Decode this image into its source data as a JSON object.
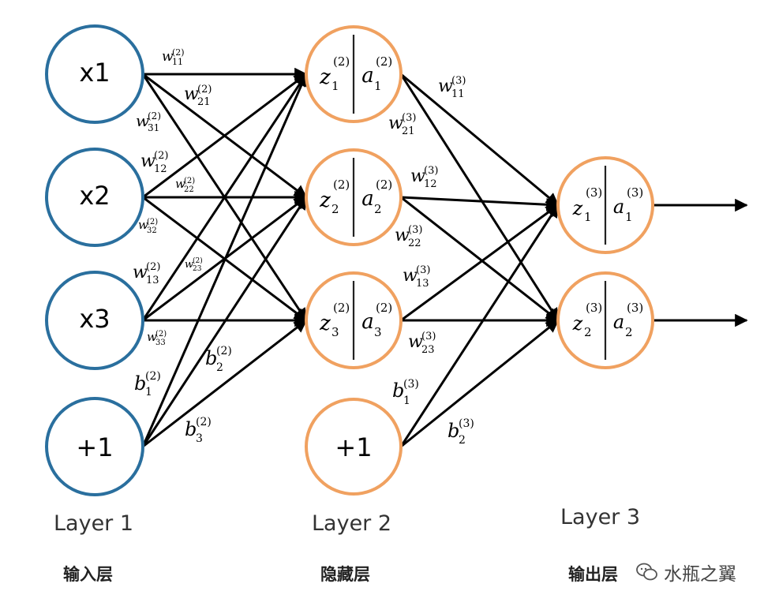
{
  "input_nodes": [
    "x1",
    "x2",
    "x3",
    "+1"
  ],
  "hidden_nodes": [
    {
      "z": "z",
      "z_sub": "1",
      "z_sup": "(2)",
      "a": "a",
      "a_sub": "1",
      "a_sup": "(2)"
    },
    {
      "z": "z",
      "z_sub": "2",
      "z_sup": "(2)",
      "a": "a",
      "a_sub": "2",
      "a_sup": "(2)"
    },
    {
      "z": "z",
      "z_sub": "3",
      "z_sup": "(2)",
      "a": "a",
      "a_sub": "3",
      "a_sup": "(2)"
    }
  ],
  "hidden_bias": "+1",
  "output_nodes": [
    {
      "z": "z",
      "z_sub": "1",
      "z_sup": "(3)",
      "a": "a",
      "a_sub": "1",
      "a_sup": "(3)"
    },
    {
      "z": "z",
      "z_sub": "2",
      "z_sup": "(3)",
      "a": "a",
      "a_sub": "2",
      "a_sup": "(3)"
    }
  ],
  "weights_layer1": [
    {
      "sym": "w",
      "sub": "11",
      "sup": "(2)"
    },
    {
      "sym": "w",
      "sub": "21",
      "sup": "(2)"
    },
    {
      "sym": "w",
      "sub": "31",
      "sup": "(2)"
    },
    {
      "sym": "w",
      "sub": "12",
      "sup": "(2)"
    },
    {
      "sym": "w",
      "sub": "22",
      "sup": "(2)"
    },
    {
      "sym": "w",
      "sub": "32",
      "sup": "(2)"
    },
    {
      "sym": "w",
      "sub": "13",
      "sup": "(2)"
    },
    {
      "sym": "w",
      "sub": "23",
      "sup": "(2)"
    },
    {
      "sym": "w",
      "sub": "33",
      "sup": "(2)"
    },
    {
      "sym": "b",
      "sub": "1",
      "sup": "(2)"
    },
    {
      "sym": "b",
      "sub": "2",
      "sup": "(2)"
    },
    {
      "sym": "b",
      "sub": "3",
      "sup": "(2)"
    }
  ],
  "weights_layer2": [
    {
      "sym": "w",
      "sub": "11",
      "sup": "(3)"
    },
    {
      "sym": "w",
      "sub": "21",
      "sup": "(3)"
    },
    {
      "sym": "w",
      "sub": "12",
      "sup": "(3)"
    },
    {
      "sym": "w",
      "sub": "22",
      "sup": "(3)"
    },
    {
      "sym": "w",
      "sub": "13",
      "sup": "(3)"
    },
    {
      "sym": "w",
      "sub": "23",
      "sup": "(3)"
    },
    {
      "sym": "b",
      "sub": "1",
      "sup": "(3)"
    },
    {
      "sym": "b",
      "sub": "2",
      "sup": "(3)"
    }
  ],
  "layer_labels": [
    "Layer 1",
    "Layer 2",
    "Layer 3"
  ],
  "layer_names_cn": [
    "输入层",
    "隐藏层",
    "输出层"
  ],
  "watermark": "水瓶之翼",
  "colors": {
    "input": "#2a6f9e",
    "hidden": "#f0a160",
    "edge": "#000000"
  }
}
